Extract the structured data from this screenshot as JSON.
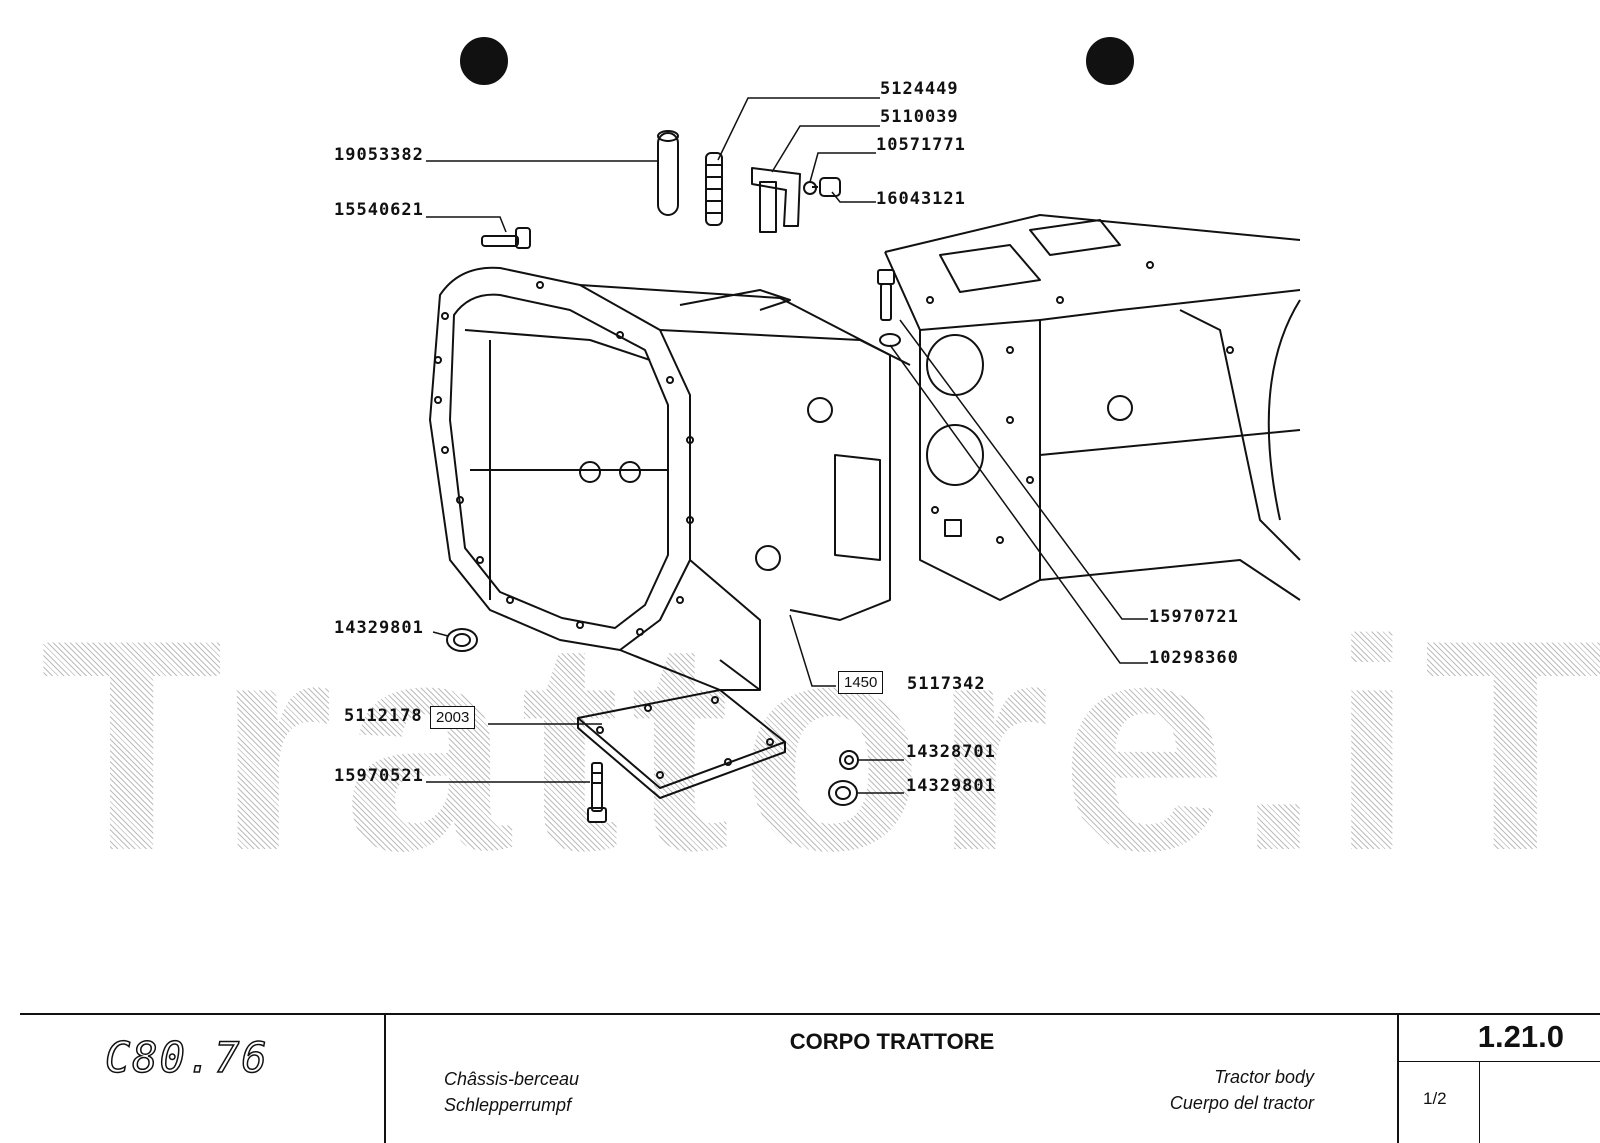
{
  "watermark": {
    "text": "Trattore.iT"
  },
  "parts": {
    "p_5124449": "5124449",
    "p_5110039": "5110039",
    "p_19053382": "19053382",
    "p_10571771": "10571771",
    "p_16043121": "16043121",
    "p_15540621": "15540621",
    "p_14329801_a": "14329801",
    "p_5117342": "5117342",
    "p_15970721": "15970721",
    "p_10298360": "10298360",
    "p_5112178": "5112178",
    "p_14328701": "14328701",
    "p_15970521": "15970521",
    "p_14329801_b": "14329801"
  },
  "codes": {
    "c1450": "1450",
    "c2003": "2003"
  },
  "title_block": {
    "model": "C80.76",
    "title_it": "CORPO TRATTORE",
    "title_fr": "Châssis-berceau",
    "title_de": "Schlepperrumpf",
    "title_en": "Tractor body",
    "title_es": "Cuerpo del tractor",
    "sheet_code": "1.21.0",
    "sheet_page": "1/2"
  },
  "colors": {
    "ink": "#111111",
    "paper": "#ffffff",
    "watermark": "#bdbdbd"
  }
}
